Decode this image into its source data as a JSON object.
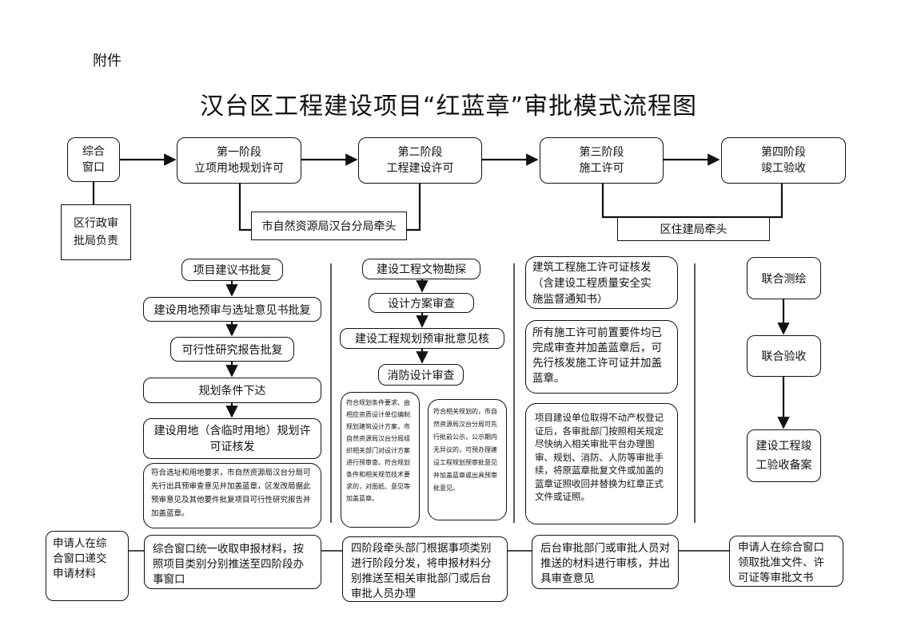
{
  "attachment_label": "附件",
  "title": "汉台区工程建设项目“红蓝章”审批模式流程图",
  "top_row": {
    "window": "综合\n窗口",
    "stage1": "第一阶段\n立项用地规划许可",
    "stage2": "第二阶段\n工程建设许可",
    "stage3": "第三阶段\n施工许可",
    "stage4": "第四阶段\n竣工验收",
    "admin_bureau": "区行政审\n批局负责",
    "lead_12": "市自然资源局汉台分局牵头",
    "lead_34": "区住建局牵头"
  },
  "col1": {
    "items": [
      "项目建议书批复",
      "建设用地预审与选址意见书批复",
      "可行性研究报告批复",
      "规划条件下达",
      "建设用地（含临时用地）规划许\n可证核发"
    ],
    "note": "符合选址和用地要求，市自然资源局汉台分局可先行出具预审查意见并加盖蓝章，区发改局据此预审意见及其他要件批复项目可行性研究报告并加盖蓝章。"
  },
  "col2": {
    "items": [
      "建设工程文物勘探",
      "设计方案审查",
      "建设工程规划预审批意见核",
      "消防设计审查"
    ],
    "note_left": "符合规划条件要求、由相应资质设计单位编制规划建筑设计方案，市自然资源局汉台分局组织相关部门对设计方案进行预审查。符合规划条件和相关规范技术要求的，对图纸、意见等加盖蓝章。",
    "note_right": "符合相关规划的，市自然资源局汉台分局可先行批前公示，公示期内无异议的，可预办理建设工程规划预审批意见并加盖蓝章或出具预审批意见。"
  },
  "col3": {
    "permit": "建筑工程施工许可证核发\n（含建设工程质量安全实\n施监督通知书）",
    "note1": "所有施工许可前置要件均已完成审查并加盖蓝章后，可先行核发施工许可证并加盖蓝章。",
    "note2": "项目建设单位取得不动产权登记证后，各审批部门按照相关规定尽快纳入相关审批平台办理图审、规划、消防、人防等审批手续，将原蓝章批复文件或加盖的蓝章证照收回并替换为红章正式文件或证照。"
  },
  "col4": {
    "items": [
      "联合测绘",
      "联合验收",
      "建设工程竣\n工验收备案"
    ]
  },
  "bottom_row": {
    "applicant_submit": "申请人在综\n合窗口递交\n申请材料",
    "window_collect": "综合窗口统一收取申报材料，按照项目类别分别推送至四阶段办事窗口",
    "stage_lead": "四阶段牵头部门根据事项类别进行阶段分发，将申报材料分别推送至相关审批部门或后台审批人员办理",
    "backend_review": "后台审批部门或审批人员对推送的材料进行审核，并出具审查意见",
    "applicant_receive": "申请人在综合窗口领取批准文件、许可证等审批文书"
  }
}
